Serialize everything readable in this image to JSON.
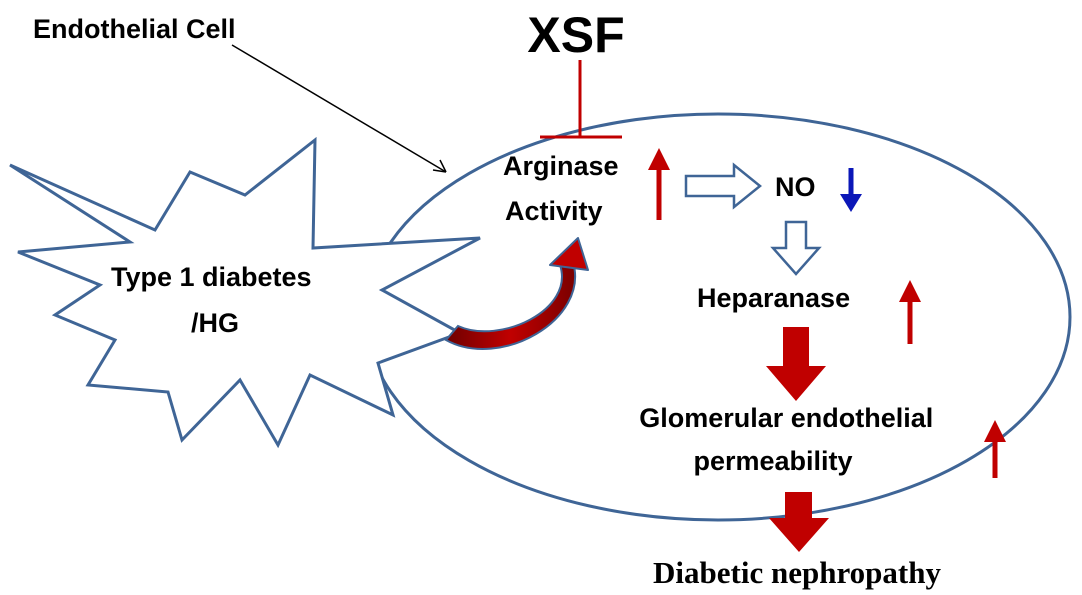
{
  "labels": {
    "endothelial_cell": "Endothelial Cell",
    "xsf": "XSF",
    "arginase_line1": "Arginase",
    "arginase_line2": "Activity",
    "no": "NO",
    "trigger_line1": "Type 1 diabetes",
    "trigger_line2": "/HG",
    "heparanase": "Heparanase",
    "permeability_line1": "Glomerular endothelial",
    "permeability_line2": "permeability",
    "outcome": "Diabetic nephropathy"
  },
  "colors": {
    "outline_blue": "#3f6596",
    "increase_red": "#c00000",
    "decrease_blue": "#0b17b8",
    "text": "#000000",
    "background": "#ffffff"
  },
  "indicators": {
    "arginase": "increase",
    "no": "decrease",
    "heparanase": "increase",
    "permeability": "increase"
  }
}
